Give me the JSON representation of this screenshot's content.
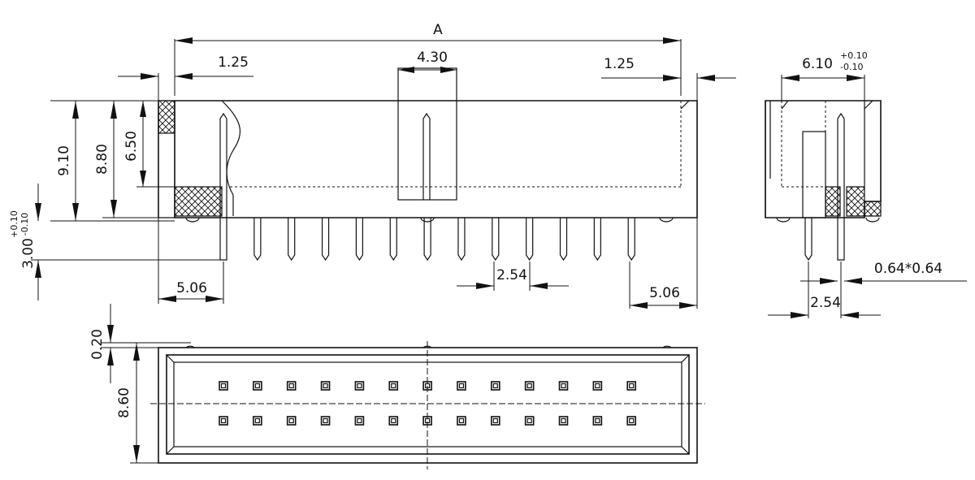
{
  "labels": {
    "dim_a": "A",
    "dim_125_left": "1.25",
    "dim_430": "4.30",
    "dim_125_right": "1.25",
    "dim_610_base": "6.10",
    "dim_610_tol_plus": "+0.10",
    "dim_610_tol_minus": "-0.10",
    "dim_910": "9.10",
    "dim_880": "8.80",
    "dim_650": "6.50",
    "dim_300_base": "3.00",
    "dim_300_tol_plus": "+0.10",
    "dim_300_tol_minus": "-0.10",
    "dim_506_left": "5.06",
    "dim_254_front": "2.54",
    "dim_506_right": "5.06",
    "dim_064": "0.64*0.64",
    "dim_254_side": "2.54",
    "dim_020": "0.20",
    "dim_860": "8.60"
  },
  "front_pin_count": 13,
  "top_pin_rows": 2,
  "top_pins_per_row": 13
}
